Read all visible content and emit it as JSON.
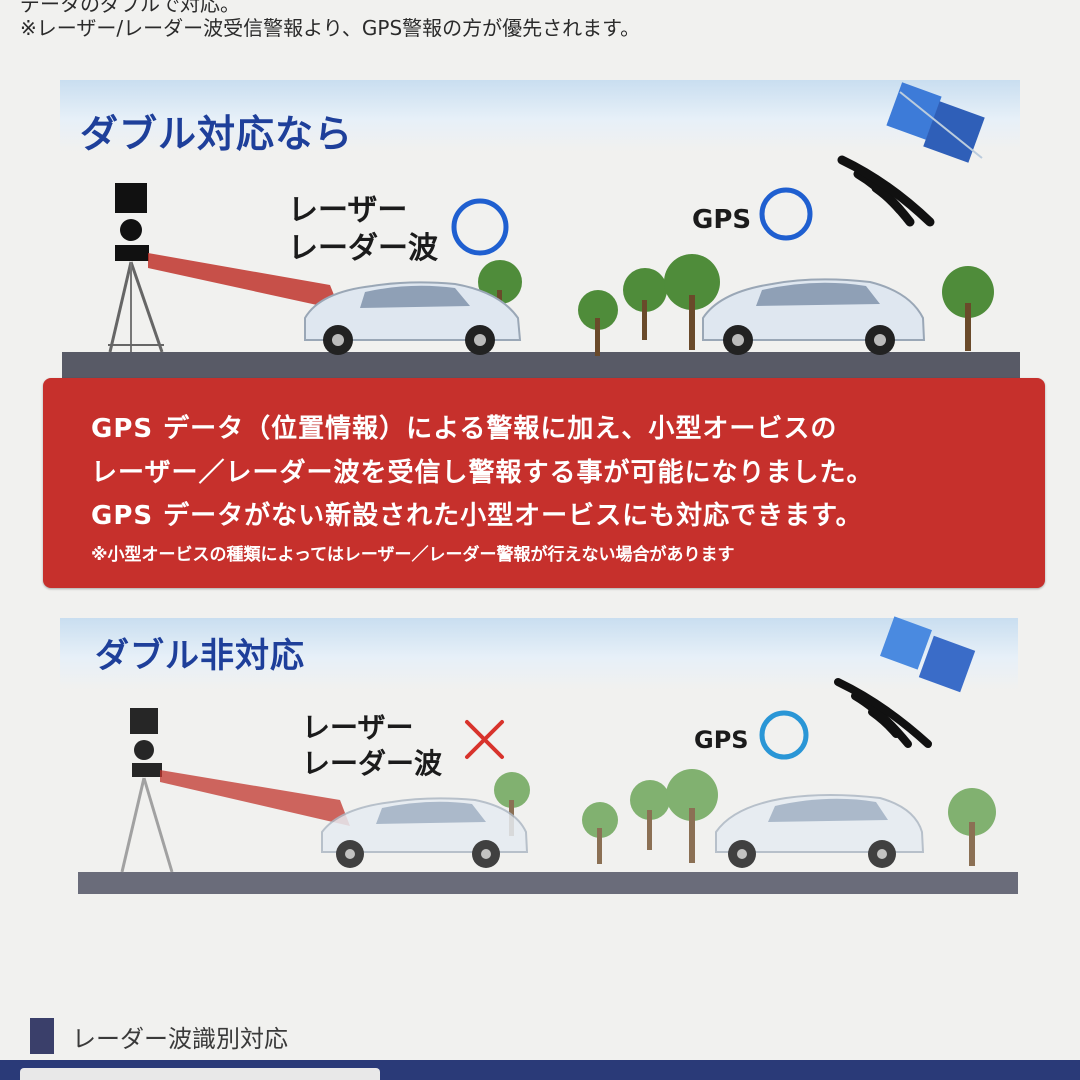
{
  "top_note": {
    "line1": "データのダブルで対応。",
    "line2": "※レーザー/レーダー波受信警報より、GPS警報の方が優先されます。"
  },
  "section_supported": {
    "title": "ダブル対応なら",
    "laser_label_1": "レーザー",
    "laser_label_2": "レーダー波",
    "laser_mark": "○",
    "gps_label": "GPS",
    "gps_mark": "○"
  },
  "info_box": {
    "line1": "GPS データ（位置情報）による警報に加え、小型オービスの",
    "line2": "レーザー／レーダー波を受信し警報する事が可能になりました。",
    "line3": "GPS データがない新設された小型オービスにも対応できます。",
    "note": "※小型オービスの種類によってはレーザー／レーダー警報が行えない場合があります",
    "color": "#c6302c"
  },
  "section_unsupported": {
    "title": "ダブル非対応",
    "laser_label_1": "レーザー",
    "laser_label_2": "レーダー波",
    "laser_mark": "×",
    "gps_label": "GPS",
    "gps_mark": "○"
  },
  "footer": {
    "label": "レーダー波識別対応"
  },
  "colors": {
    "title_blue": "#1e3f9a",
    "circle_blue": "#1f5fd0",
    "cross_red": "#d8332c",
    "road": "#585a66"
  }
}
